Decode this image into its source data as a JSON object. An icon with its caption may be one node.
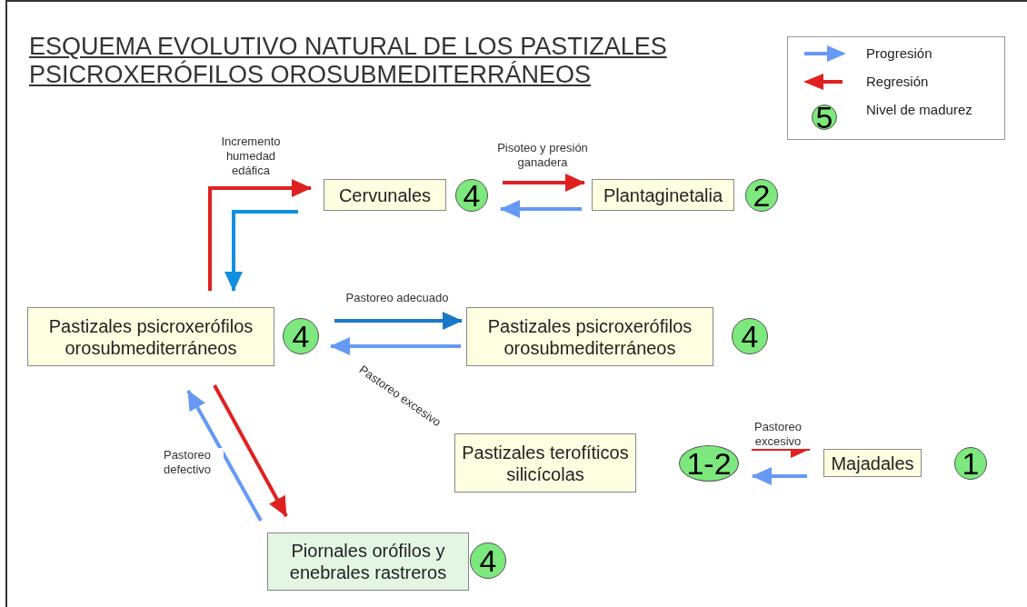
{
  "diagram": {
    "title": "ESQUEMA EVOLUTIVO NATURAL DE LOS PASTIZALES PSICROXERÓFILOS OROSUBMEDITERRÁNEOS",
    "nodes": [
      {
        "text": [
          "Cervunales"
        ],
        "beside": [
          "4"
        ]
      },
      {
        "text": [
          "Plantaginetalia"
        ],
        "beside": [
          "2"
        ]
      },
      {
        "text": [
          "Pastizales psicroxerófilos orosubmediterráneos"
        ],
        "beside": [
          "4"
        ]
      },
      {
        "text": [
          "Pastizales psicroxerófilos orosubmediterráneos"
        ],
        "beside": [
          "4"
        ]
      },
      {
        "text": [
          "Pastizales terofíticos silicícolas"
        ],
        "beside": [
          "1-2"
        ]
      },
      {
        "text": [
          "Majadales"
        ],
        "beside": [
          "1"
        ]
      },
      {
        "text": [
          "Piornales orófilos y enebrales rastreros"
        ],
        "beside": [
          "4"
        ]
      }
    ],
    "edges": [
      {
        "from": 2,
        "to": 0,
        "arrow": "to",
        "label": "Incremento humedad edáfica",
        "color": "#e02020"
      },
      {
        "from": 0,
        "to": 2,
        "arrow": "to",
        "color": "#1190e0"
      },
      {
        "from": 0,
        "to": 1,
        "arrow": "to",
        "label": "Pisoteo y presión ganadera",
        "color": "#e02020"
      },
      {
        "from": 1,
        "to": 0,
        "arrow": "to",
        "color": "#6699f5"
      },
      {
        "from": 2,
        "to": 3,
        "arrow": "to",
        "label": "Pastoreo adecuado",
        "color": "#1a78c8"
      },
      {
        "from": 3,
        "to": 2,
        "arrow": "to",
        "color": "#6699f5"
      },
      {
        "from": 2,
        "to": 6,
        "arrow": "to",
        "color": "#e02020"
      },
      {
        "from": 6,
        "to": 2,
        "arrow": "to",
        "label": "Pastoreo defectivo",
        "color": "#6699f5"
      },
      {
        "from": 4,
        "to": 5,
        "arrow": "to",
        "label": "Pastoreo excesivo",
        "color": "#e02020"
      },
      {
        "from": 5,
        "to": 4,
        "arrow": "to",
        "color": "#6699f5"
      }
    ],
    "labels": [
      "Pastoreo excesivo",
      "5"
    ],
    "legend": [
      {
        "text": "Progresión"
      },
      {
        "text": "Regresión"
      },
      {
        "text": "Nivel de madurez"
      }
    ]
  }
}
